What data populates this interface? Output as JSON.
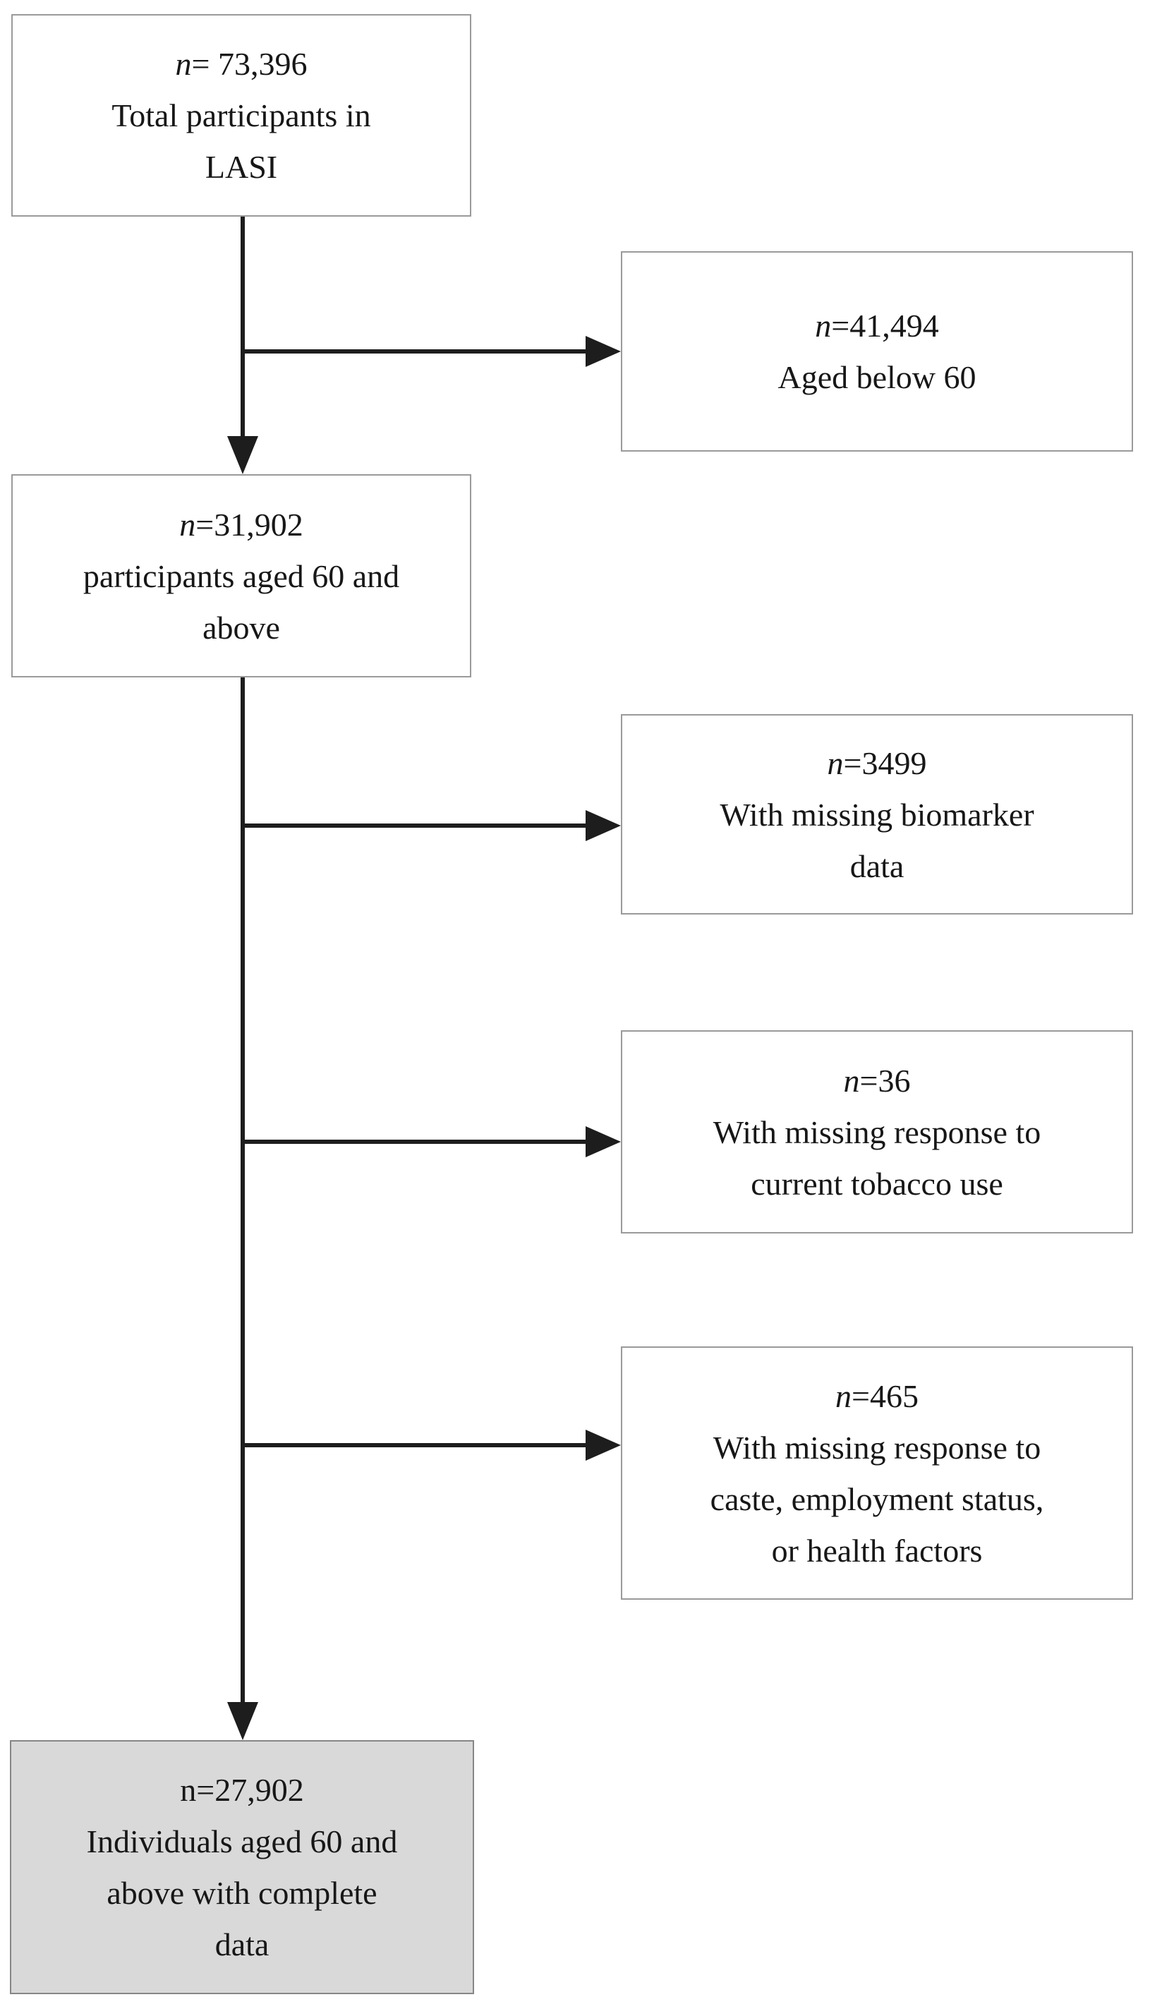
{
  "flow": {
    "title": "LASI participant selection flow diagram",
    "colors": {
      "background": "#ffffff",
      "box_border": "#9a9a9a",
      "arrow": "#1d1d1d",
      "final_box_fill": "#d9d9d9"
    },
    "boxes": {
      "total": {
        "n": "n",
        "count": "= 73,396",
        "lines": [
          "Total participants in",
          "LASI"
        ]
      },
      "aged_below_60": {
        "n": "n",
        "count": "=41,494",
        "lines": [
          "Aged below 60"
        ]
      },
      "aged_60_and_above": {
        "n": "n",
        "count": "=31,902",
        "lines": [
          "participants aged 60 and",
          "above"
        ]
      },
      "missing_biomarker": {
        "n": "n",
        "count": "=3499",
        "lines": [
          "With missing biomarker",
          "data"
        ]
      },
      "missing_tobacco": {
        "n": "n",
        "count": "=36",
        "lines": [
          "With missing response to",
          "current tobacco use"
        ]
      },
      "missing_covariates": {
        "n": "n",
        "count": "=465",
        "lines": [
          "With missing response to",
          "caste, employment status,",
          "or health factors"
        ]
      },
      "complete_data": {
        "first_line": "n=27,902",
        "lines": [
          "Individuals aged 60 and",
          "above with complete",
          "data"
        ]
      }
    }
  }
}
